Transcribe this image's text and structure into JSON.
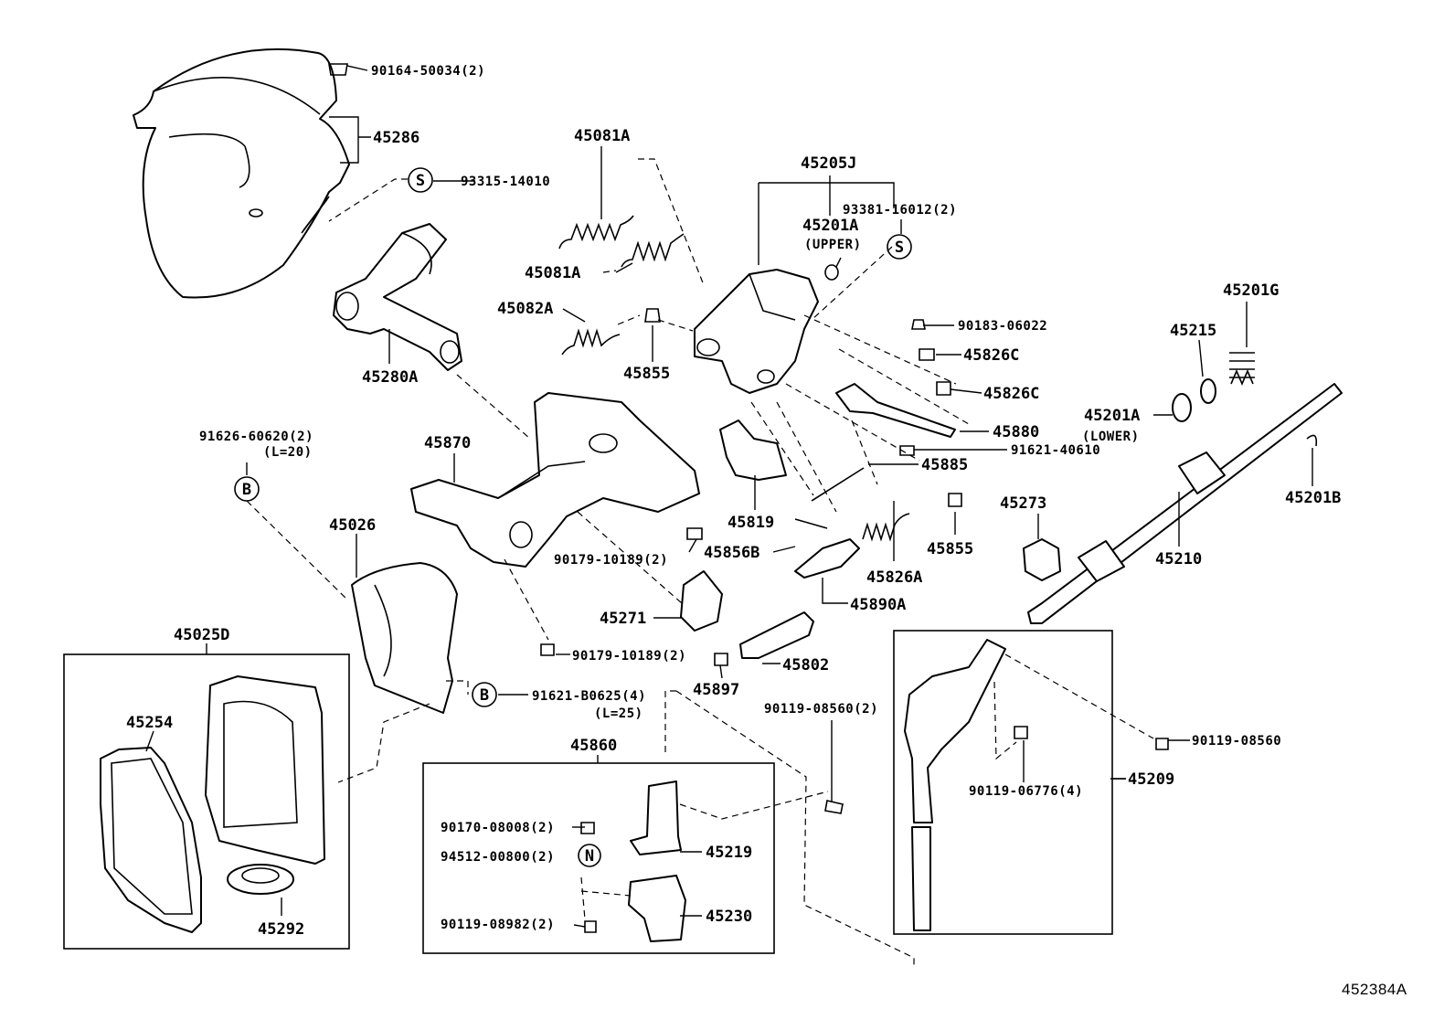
{
  "figure_id": "452384A",
  "labels": {
    "p90164": "90164-50034(2)",
    "p45286": "45286",
    "s93315": "93315-14010",
    "p45081a_top": "45081A",
    "p45081a_mid": "45081A",
    "p45082a": "45082A",
    "p45855_top": "45855",
    "p45280a": "45280A",
    "p45205j": "45205J",
    "p93381": "93381-16012(2)",
    "p45201a_upper": "45201A",
    "upper_note": "(UPPER)",
    "p90183": "90183-06022",
    "p45826c_a": "45826C",
    "p45826c_b": "45826C",
    "p45880": "45880",
    "p91621_40610": "91621-40610",
    "p45885": "45885",
    "p45201g": "45201G",
    "p45215": "45215",
    "p45201a_lower": "45201A",
    "lower_note": "(LOWER)",
    "p45201b": "45201B",
    "p45273": "45273",
    "p45210": "45210",
    "p45855_bot": "45855",
    "p91626": "91626-60620(2)",
    "l20": "(L=20)",
    "p45870": "45870",
    "p45026": "45026",
    "p90179_a": "90179-10189(2)",
    "p45819": "45819",
    "p45856b": "45856B",
    "p45826a": "45826A",
    "p45271": "45271",
    "p45890a": "45890A",
    "p90179_b": "90179-10189(2)",
    "p45802": "45802",
    "p45897": "45897",
    "p45025d": "45025D",
    "p45254": "45254",
    "p45292": "45292",
    "p91621_b0625": "91621-B0625(4)",
    "l25": "(L=25)",
    "p45860": "45860",
    "p90170": "90170-08008(2)",
    "p94512": "94512-00800(2)",
    "p90119_08982": "90119-08982(2)",
    "p45219": "45219",
    "p45230": "45230",
    "p90119_08560_l": "90119-08560(2)",
    "p90119_08560_r": "90119-08560",
    "p90119_06776": "90119-06776(4)",
    "p45209": "45209",
    "mark_s1": "S",
    "mark_s2": "S",
    "mark_b1": "B",
    "mark_b2": "B",
    "mark_n": "N"
  }
}
